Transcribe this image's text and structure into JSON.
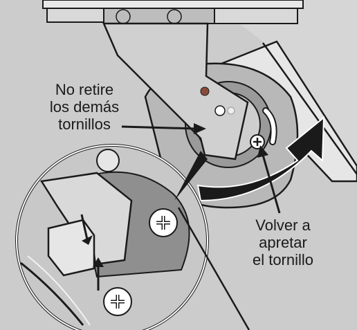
{
  "callouts": {
    "do_not_remove": [
      "No retire",
      "los demás",
      "tornillos"
    ],
    "retighten": [
      "Volver a",
      "apretar",
      "el tornillo"
    ]
  },
  "colors": {
    "background": "#ffffff",
    "panel_fill": "#c9c9c9",
    "panel_dark": "#8c8c8c",
    "outline": "#1a1a1a",
    "part_fill": "#e6e6e6"
  },
  "icons": [
    "screw-icon",
    "rotation-arrow-icon",
    "pointer-arrow-icon"
  ]
}
